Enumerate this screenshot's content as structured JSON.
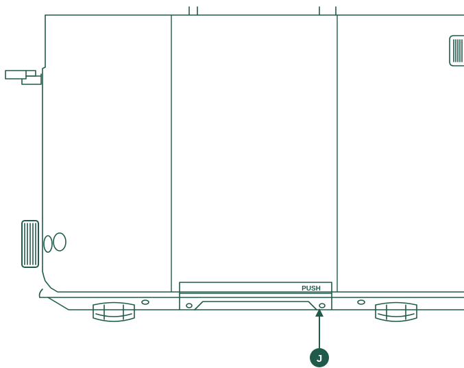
{
  "colors": {
    "line": "#1f5a4a",
    "callout": "#1f5a4a",
    "callout_text": "#ffffff",
    "background": "#ffffff"
  },
  "labels": {
    "push": "PUSH",
    "callout": "J"
  },
  "icons": {
    "callout_marker": "filled-circle-letter",
    "pointer": "arrow-up-icon"
  }
}
